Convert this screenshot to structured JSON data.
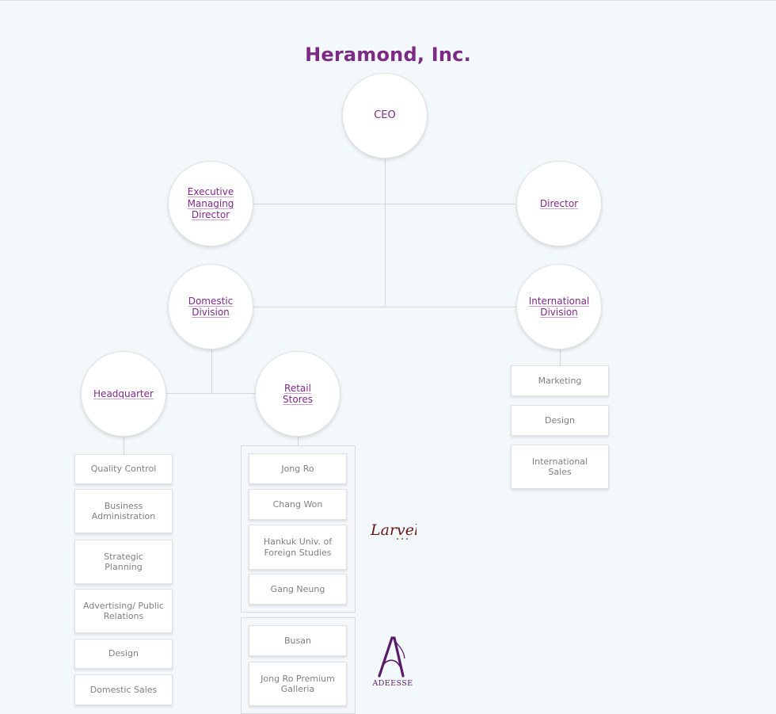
{
  "title": "Heramond, Inc.",
  "nodes": {
    "ceo": "CEO",
    "executive_managing_director": "Executive Managing Director",
    "director": "Director",
    "domestic_division": "Domestic Division",
    "international_division": "International Division",
    "headquarter": "Headquarter",
    "retail_stores": "Retail Stores"
  },
  "international_departments": [
    "Marketing",
    "Design",
    "International Sales"
  ],
  "headquarter_departments": [
    "Quality Control",
    "Business Administration",
    "Strategic Planning",
    "Advertising/ Public Relations",
    "Design",
    "Domestic Sales"
  ],
  "retail_groups": {
    "larvel": {
      "brand": "Larvel",
      "stores": [
        "Jong Ro",
        "Chang Won",
        "Hankuk Univ. of Foreign Studies",
        "Gang Neung"
      ]
    },
    "adeesse": {
      "brand": "ADEESSE",
      "stores": [
        "Busan",
        "Jong Ro Premium Galleria"
      ]
    }
  },
  "colors": {
    "accent": "#7d2a86",
    "line": "#d2d7dc",
    "box_text": "#7f7f7f",
    "background": "#f3f8fb"
  },
  "icons": {
    "larvel_logo": "larvel-logo",
    "adeesse_logo": "adeesse-logo"
  }
}
